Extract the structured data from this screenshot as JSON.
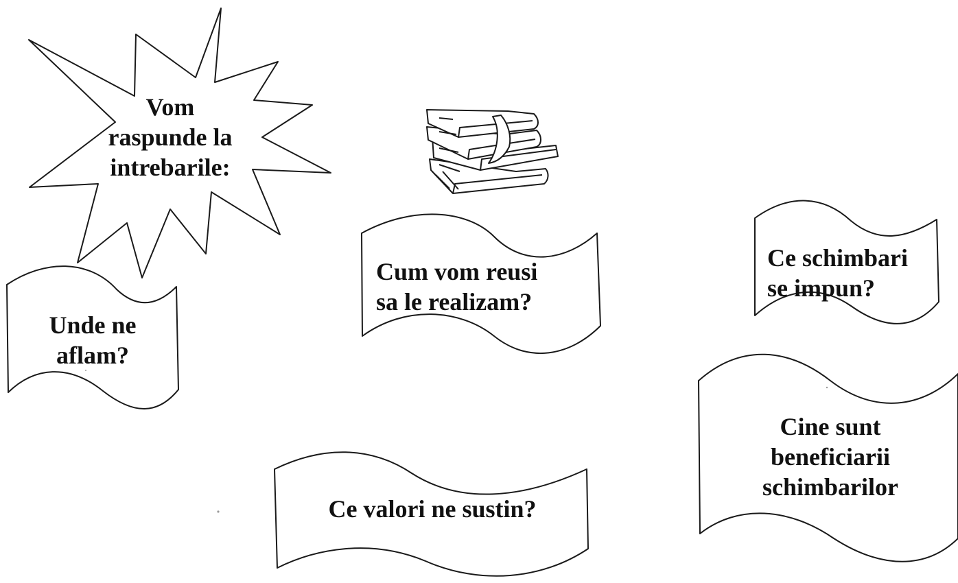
{
  "star": {
    "line1": "Vom",
    "line2": "raspunde la",
    "line3": "intrebarile:"
  },
  "icon": {
    "name": "books-icon"
  },
  "banners": {
    "unde": {
      "line1": "Unde ne",
      "line2": "aflam?"
    },
    "cum": {
      "line1": "Cum vom reusi",
      "line2": "sa le realizam?"
    },
    "schimbari": {
      "line1": "Ce schimbari",
      "line2": "se impun?"
    },
    "valori": {
      "line1": "Ce valori ne sustin?"
    },
    "cine": {
      "line1": "Cine sunt",
      "line2": "beneficiarii",
      "line3": "schimbarilor"
    }
  }
}
